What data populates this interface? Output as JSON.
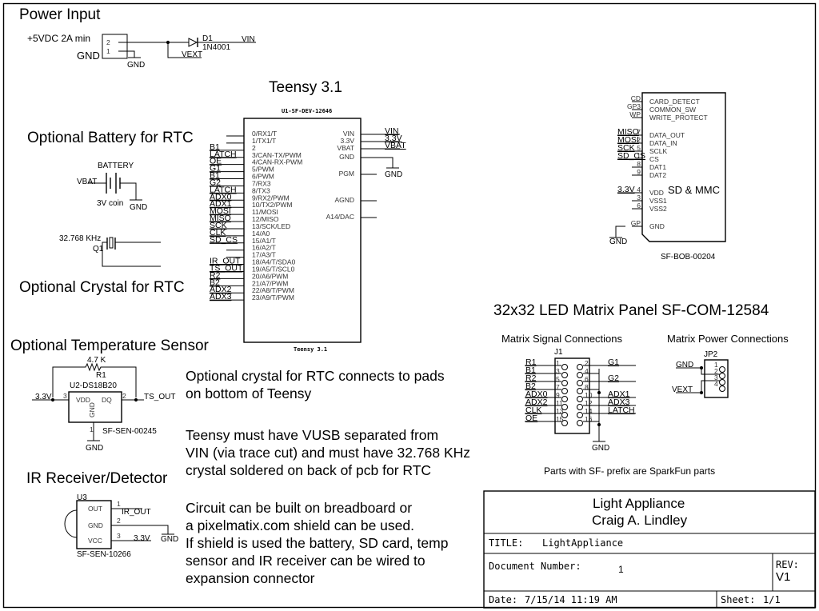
{
  "sections": {
    "power_input": "Power Input",
    "teensy_title": "Teensy 3.1",
    "battery": "Optional Battery for RTC",
    "crystal": "Optional Crystal for RTC",
    "temp_sensor": "Optional Temperature Sensor",
    "ir": "IR Receiver/Detector",
    "led_panel": "32x32 LED Matrix Panel SF-COM-12584",
    "matrix_signal": "Matrix Signal Connections",
    "matrix_power": "Matrix Power Connections"
  },
  "power": {
    "supply": "+5VDC 2A min",
    "gnd_label": "GND",
    "gnd_symbol": "GND",
    "pin2": "2",
    "pin1": "1",
    "diode_ref": "D1",
    "diode_part": "1N4001",
    "vin": "VIN",
    "vext": "VEXT"
  },
  "teensy": {
    "part": "U1-SF-DEV-12646",
    "footer": "Teensy 3.1",
    "left_pins": [
      "0/RX1/T",
      "1/TX1/T",
      "2",
      "3/CAN-TX/PWM",
      "4/CAN-RX-PWM",
      "5/PWM",
      "6/PWM",
      "7/RX3",
      "8/TX3",
      "9/RX2/PWM",
      "10/TX2/PWM",
      "11/MOSI",
      "12/MISO",
      "13/SCK/LED",
      "14/A0",
      "15/A1/T",
      "16/A2/T",
      "17/A3/T",
      "18/A4/T/SDA0",
      "19/A5/T/SCL0",
      "20/A6/PWM",
      "21/A7/PWM",
      "22/A8/T/PWM",
      "23/A9/T/PWM"
    ],
    "left_nets": [
      "",
      "",
      "B1",
      "LATCH",
      "OE",
      "G1",
      "B1",
      "G2",
      "LATCH",
      "ADX0",
      "ADX1",
      "MOSI",
      "MISO",
      "SCK",
      "CLK",
      "SD_CS",
      "",
      "",
      "IR_OUT",
      "TS_OUT",
      "R2",
      "B2",
      "ADX2",
      "ADX3"
    ],
    "right_pins": [
      "VIN",
      "3.3V",
      "VBAT",
      "GND",
      "PGM",
      "AGND",
      "A14/DAC"
    ],
    "right_nets": [
      "VIN",
      "3.3V",
      "VBAT",
      "GND"
    ]
  },
  "battery": {
    "ref": "BATTERY",
    "net": "VBAT",
    "value": "3V coin",
    "gnd": "GND"
  },
  "crystal": {
    "freq": "32.768 KHz",
    "ref": "Q1"
  },
  "sd": {
    "pins": [
      "CARD_DETECT",
      "COMMON_SW",
      "WRITE_PROTECT",
      "DATA_OUT",
      "DATA_IN",
      "SCLK",
      "CS",
      "DAT1",
      "DAT2",
      "VDD",
      "VSS1",
      "VSS2",
      "GND"
    ],
    "pin_nums": [
      "CD",
      "GP3",
      "WP",
      "7",
      "2",
      "5",
      "1",
      "8",
      "9",
      "4",
      "3",
      "6",
      "GP"
    ],
    "nets": [
      "",
      "",
      "",
      "MISO",
      "MOSI",
      "SCK",
      "SD_CS",
      "",
      "",
      "3.3V",
      "",
      "",
      ""
    ],
    "title": "SD & MMC",
    "part": "SF-BOB-00204",
    "gnd": "GND"
  },
  "temp": {
    "res_value": "4.7 K",
    "res_ref": "R1",
    "ic": "U2-DS18B20",
    "vdd": "VDD",
    "dq": "DQ",
    "gnd_pin": "GND",
    "pin3": "3",
    "pin2": "2",
    "pin1": "1",
    "net_in": "3.3V",
    "net_out": "TS_OUT",
    "part": "SF-SEN-00245",
    "gnd": "GND"
  },
  "ir": {
    "ref": "U3",
    "pins": [
      "OUT",
      "GND",
      "VCC"
    ],
    "pin_nums": [
      "1",
      "2",
      "3"
    ],
    "net_out": "IR_OUT",
    "net_vcc": "3.3V",
    "gnd": "GND",
    "part": "SF-SEN-10266"
  },
  "j1": {
    "ref": "J1",
    "left_nets": [
      "R1",
      "B1",
      "R2",
      "B2",
      "ADX0",
      "ADX2",
      "CLK",
      "OE"
    ],
    "left_nums": [
      "1",
      "3",
      "5",
      "7",
      "9",
      "11",
      "13",
      "15"
    ],
    "right_nets": [
      "G1",
      "",
      "G2",
      "",
      "ADX1",
      "ADX3",
      "LATCH",
      ""
    ],
    "right_nums": [
      "2",
      "4",
      "6",
      "8",
      "10",
      "12",
      "14",
      "16"
    ],
    "gnd": "GND"
  },
  "jp2": {
    "ref": "JP2",
    "nums": [
      "1",
      "2",
      "3",
      "4"
    ],
    "gnd": "GND",
    "vext": "VEXT"
  },
  "notes": {
    "crystal_note": [
      "Optional crystal for RTC connects to pads",
      "on bottom of Teensy"
    ],
    "vusb_note": [
      "Teensy must have VUSB separated from",
      "VIN (via trace cut) and must have 32.768 KHz",
      "crystal soldered on back of pcb for RTC"
    ],
    "shield_note": [
      "Circuit can be built on breadboard or",
      "a pixelmatix.com shield can be used.",
      "If shield is used the battery, SD card, temp",
      "sensor and IR receiver can be wired to",
      "expansion connector"
    ],
    "sparkfun": "Parts with SF- prefix are SparkFun parts"
  },
  "title_block": {
    "project": "Light Appliance",
    "author": "Craig A. Lindley",
    "title_label": "TITLE:",
    "title_value": "LightAppliance",
    "doc_label": "Document Number:",
    "doc_value": "1",
    "rev_label": "REV:",
    "rev_value": "V1",
    "date_label": "Date:",
    "date_value": "7/15/14 11:19 AM",
    "sheet_label": "Sheet:",
    "sheet_value": "1/1"
  }
}
